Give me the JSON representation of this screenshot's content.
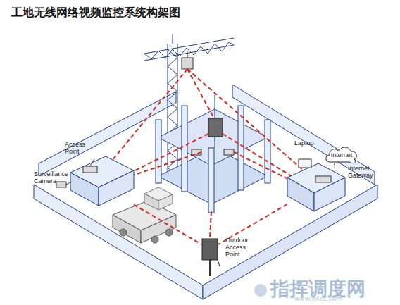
{
  "diagram": {
    "title": "工地无线网络视频监控系统构架图",
    "nodes": [
      {
        "text": [
          "Access Point",
          "Surveillance Camera"
        ]
      },
      {
        "text": [
          "Laptop",
          "Internet Gateway"
        ]
      },
      {
        "text": [
          "Internet"
        ]
      },
      {
        "text": [
          "Outdoor Access Point"
        ]
      }
    ],
    "edges": [
      {
        "from": 0,
        "to": 3,
        "arrow": "none"
      },
      {
        "from": 1,
        "to": 3,
        "arrow": "none"
      },
      {
        "from": 2,
        "to": 1,
        "arrow": "none"
      }
    ],
    "labels": [
      "指挥调度网",
      "www.94ec.com"
    ]
  }
}
